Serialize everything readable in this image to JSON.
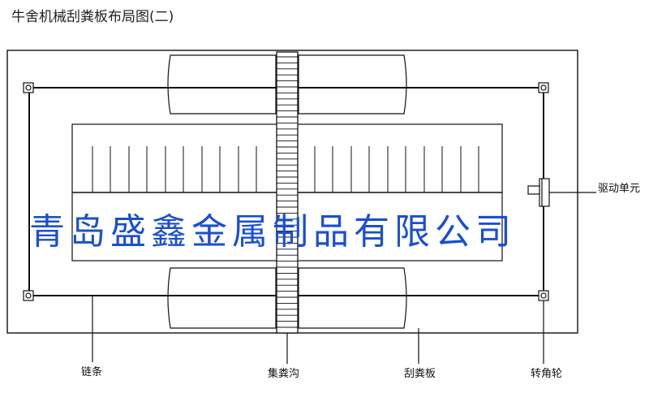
{
  "title": "牛舍机械刮粪板布局图(二)",
  "labels": {
    "drive_unit": "驱动单元",
    "chain": "链条",
    "manure_trench": "集粪沟",
    "scraper": "刮粪板",
    "corner_wheel": "转角轮"
  },
  "watermark": "青岛盛鑫金属制品有限公司",
  "colors": {
    "line": "#111111",
    "watermark": "#1a4fd0"
  }
}
